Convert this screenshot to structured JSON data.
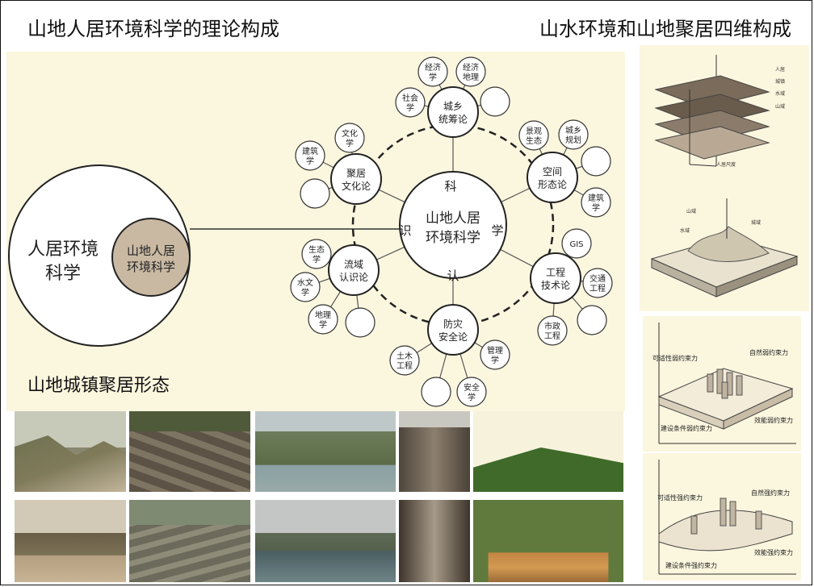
{
  "titles": {
    "left": "山地人居环境科学的理论构成",
    "right": "山水环境和山地聚居四维构成",
    "gallery": "山地城镇聚居形态"
  },
  "diagram": {
    "big_circle": {
      "line1": "人居环境",
      "line2": "科学"
    },
    "inner_circle": {
      "line1": "山地人居",
      "line2": "环境科学"
    },
    "center": {
      "line1": "山地人居",
      "line2": "环境科学"
    },
    "ring_words": {
      "top": "科",
      "left": "识",
      "right": "学",
      "bottom": "认"
    },
    "nodes": {
      "chengxiang": {
        "line1": "城乡",
        "line2": "统筹论"
      },
      "kongjian": {
        "line1": "空间",
        "line2": "形态论"
      },
      "gongcheng": {
        "line1": "工程",
        "line2": "技术论"
      },
      "fangzai": {
        "line1": "防灾",
        "line2": "安全论"
      },
      "liuyu": {
        "line1": "流域",
        "line2": "认识论"
      },
      "juju": {
        "line1": "聚居",
        "line2": "文化论"
      }
    },
    "leaves": {
      "jingjixue": {
        "line1": "经济",
        "line2": "学"
      },
      "jingjidili": {
        "line1": "经济",
        "line2": "地理"
      },
      "shehuixue": {
        "line1": "社会",
        "line2": "学"
      },
      "jingguan": {
        "line1": "景观",
        "line2": "生态"
      },
      "chengxiangguihua": {
        "line1": "城乡",
        "line2": "规划"
      },
      "jianzhu_r": {
        "line1": "建筑",
        "line2": "学"
      },
      "gis": {
        "line1": "GIS",
        "line2": ""
      },
      "jiaotong": {
        "line1": "交通",
        "line2": "工程"
      },
      "shizheng": {
        "line1": "市政",
        "line2": "工程"
      },
      "guanlixue": {
        "line1": "管理",
        "line2": "学"
      },
      "anquanxue": {
        "line1": "安全",
        "line2": "学"
      },
      "tumu": {
        "line1": "土木",
        "line2": "工程"
      },
      "shengtaixue": {
        "line1": "生态",
        "line2": "学"
      },
      "shuiwenxue": {
        "line1": "水文",
        "line2": "学"
      },
      "dilixue": {
        "line1": "地理",
        "line2": "学"
      },
      "wenhuaxue": {
        "line1": "文化",
        "line2": "学"
      },
      "jianzhu_l": {
        "line1": "建筑",
        "line2": "学"
      }
    }
  },
  "layers": {
    "labels": [
      "人居",
      "城镇",
      "水域",
      "山域"
    ],
    "axis_label": "人居尺度",
    "terrain_labels": [
      "山域",
      "水域",
      "城域"
    ]
  },
  "constraints": {
    "top": {
      "tl": "可适性弱约束力",
      "tr": "自然弱约束力",
      "bl": "建设条件弱约束力",
      "br": "效能弱约束力"
    },
    "bottom": {
      "tl": "可适性强约束力",
      "tr": "自然强约束力",
      "bl": "建设条件强约束力",
      "br": "效能强约束力"
    }
  },
  "colors": {
    "panel_bg": "#fbf6de",
    "node_fill": "#ffffff",
    "inner_fill": "#c9b9a3",
    "line": "#333333"
  }
}
